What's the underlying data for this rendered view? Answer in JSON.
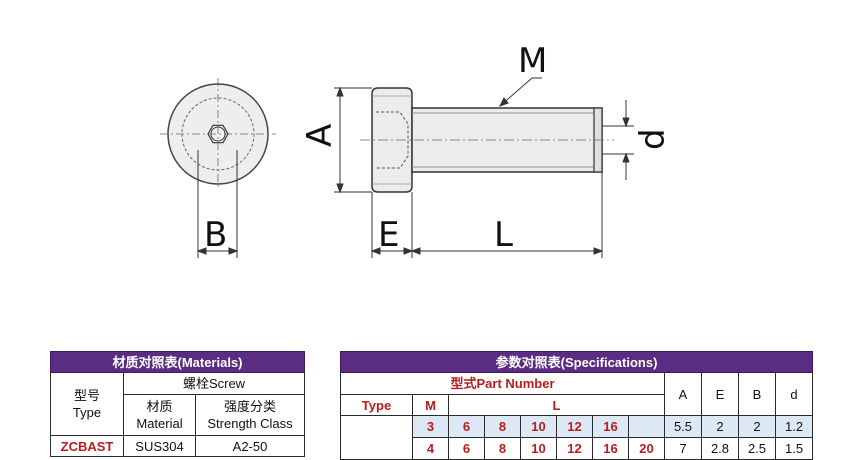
{
  "drawing": {
    "labels": {
      "M": "M",
      "A": "A",
      "d": "d",
      "B": "B",
      "E": "E",
      "L": "L"
    }
  },
  "materials": {
    "title": "材质对照表(Materials)",
    "type_header": "型号\nType",
    "group_header": "螺栓Screw",
    "material_header": "材质\nMaterial",
    "strength_header": "强度分类\nStrength Class",
    "rows": [
      {
        "type": "ZCBAST",
        "material": "SUS304",
        "strength": "A2-50"
      }
    ]
  },
  "specs": {
    "title": "参数对照表(Specifications)",
    "part_number_header": "型式Part Number",
    "type_header": "Type",
    "m_header": "M",
    "l_header": "L",
    "a_header": "A",
    "e_header": "E",
    "b_header": "B",
    "d_header": "d",
    "rows": [
      {
        "m": "3",
        "l": [
          "6",
          "8",
          "10",
          "12",
          "16",
          ""
        ],
        "a": "5.5",
        "e": "2",
        "b": "2",
        "d": "1.2"
      },
      {
        "m": "4",
        "l": [
          "6",
          "8",
          "10",
          "12",
          "16",
          "20"
        ],
        "a": "7",
        "e": "2.8",
        "b": "2.5",
        "d": "1.5"
      }
    ]
  },
  "colors": {
    "header": "#5a2d82",
    "part_number_red": "#b81c1c",
    "row_highlight": "#dde8f5"
  }
}
